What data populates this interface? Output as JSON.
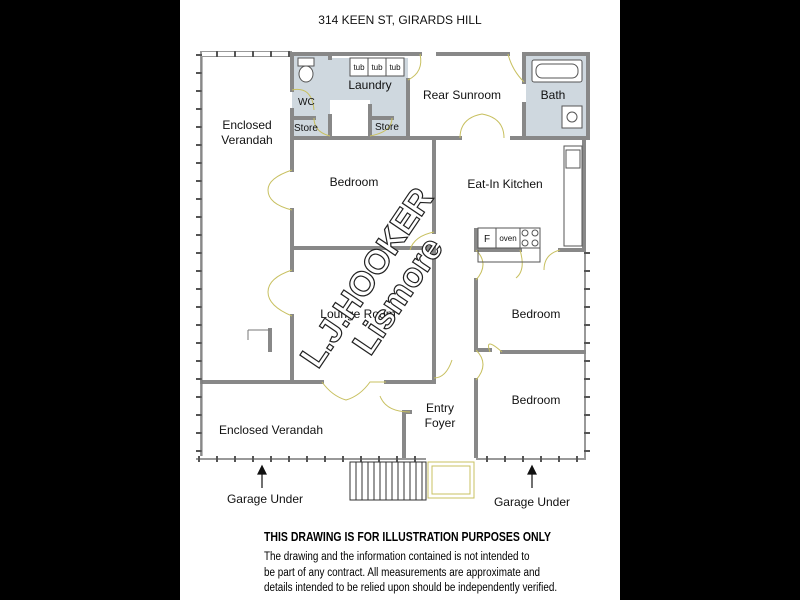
{
  "title": "314 KEEN ST, GIRARDS HILL",
  "rooms": {
    "wc": "WC",
    "store_left": "Store",
    "store_right": "Store",
    "laundry": "Laundry",
    "tub": "tub",
    "rear_sunroom": "Rear Sunroom",
    "bath": "Bath",
    "enclosed_verandah_top_1": "Enclosed",
    "enclosed_verandah_top_2": "Verandah",
    "bedroom_1": "Bedroom",
    "eat_in_kitchen": "Eat-In Kitchen",
    "fridge": "F",
    "oven": "oven",
    "lounge_room": "Lounge Room",
    "bedroom_2": "Bedroom",
    "bedroom_3": "Bedroom",
    "entry_1": "Entry",
    "entry_2": "Foyer",
    "enclosed_verandah_bottom": "Enclosed Verandah"
  },
  "garage_left": "Garage Under",
  "garage_right": "Garage Under",
  "watermark_1": "L.J.HOOKER",
  "watermark_2": "Lismore",
  "disclaimer": {
    "heading": "THIS DRAWING IS FOR ILLUSTRATION PURPOSES ONLY",
    "line1": "The drawing and the information contained is not intended to",
    "line2": "be part of any contract.  All measurements are approximate and",
    "line3": "details intended to be relied upon should be independently verified."
  },
  "colors": {
    "wet_area": "#cfd8df",
    "wall": "#888888",
    "door": "#c8c060"
  }
}
